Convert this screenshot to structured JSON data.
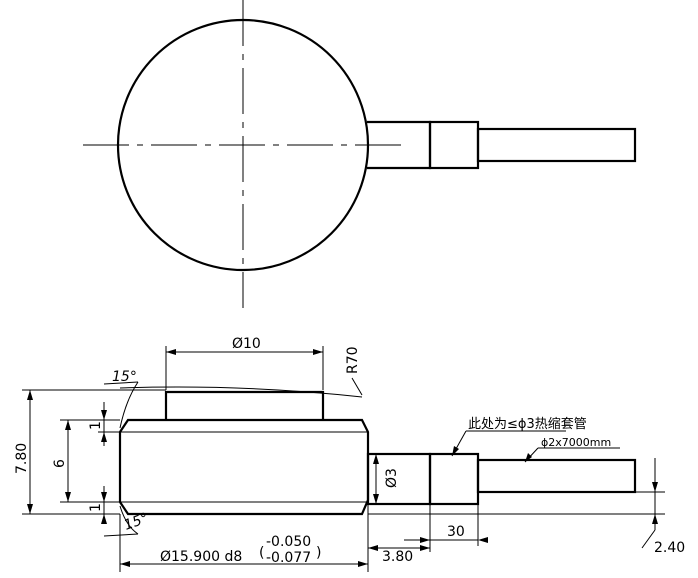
{
  "dimensions": {
    "top_diameter": "Ø10",
    "top_radius": "R70",
    "chamfer_angle_top": "15°",
    "chamfer_angle_bottom": "15°",
    "overall_height": "7.80",
    "body_height": "6",
    "step_top": "1",
    "step_bottom": "1",
    "cable_diameter": "Ø3",
    "cable_length": "30",
    "offset": "2.40",
    "body_diameter": "Ø15.900 d8",
    "tolerance_upper": "-0.050",
    "tolerance_lower": "-0.077",
    "cable_offset": "3.80"
  },
  "notes": {
    "heat_shrink": "此处为≤ϕ3热缩套管",
    "cable_spec": "ϕ2x7000mm"
  }
}
